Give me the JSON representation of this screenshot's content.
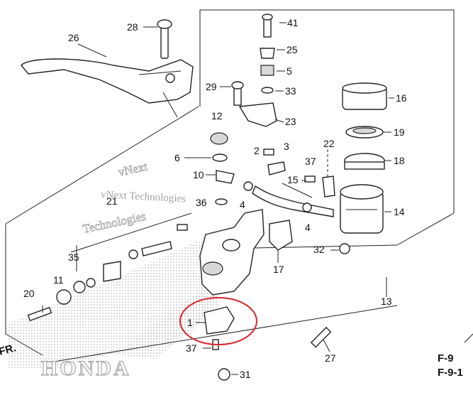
{
  "callouts": [
    {
      "id": "c28",
      "text": "28"
    },
    {
      "id": "c26",
      "text": "26"
    },
    {
      "id": "c41",
      "text": "41"
    },
    {
      "id": "c25",
      "text": "25"
    },
    {
      "id": "c5",
      "text": "5"
    },
    {
      "id": "c29",
      "text": "29"
    },
    {
      "id": "c33",
      "text": "33"
    },
    {
      "id": "c16",
      "text": "16"
    },
    {
      "id": "c12",
      "text": "12"
    },
    {
      "id": "c23",
      "text": "23"
    },
    {
      "id": "c19",
      "text": "19"
    },
    {
      "id": "c6",
      "text": "6"
    },
    {
      "id": "c2",
      "text": "2"
    },
    {
      "id": "c3",
      "text": "3"
    },
    {
      "id": "c22",
      "text": "22"
    },
    {
      "id": "c18",
      "text": "18"
    },
    {
      "id": "c37a",
      "text": "37"
    },
    {
      "id": "c10",
      "text": "10"
    },
    {
      "id": "c15",
      "text": "15"
    },
    {
      "id": "c36",
      "text": "36"
    },
    {
      "id": "c21",
      "text": "21"
    },
    {
      "id": "c4a",
      "text": "4"
    },
    {
      "id": "c14",
      "text": "14"
    },
    {
      "id": "c4b",
      "text": "4"
    },
    {
      "id": "c35",
      "text": "35"
    },
    {
      "id": "c32",
      "text": "32"
    },
    {
      "id": "c17",
      "text": "17"
    },
    {
      "id": "c11",
      "text": "11"
    },
    {
      "id": "c13",
      "text": "13"
    },
    {
      "id": "c20",
      "text": "20"
    },
    {
      "id": "c1",
      "text": "1"
    },
    {
      "id": "c37b",
      "text": "37"
    },
    {
      "id": "c27",
      "text": "27"
    },
    {
      "id": "c31",
      "text": "31"
    }
  ],
  "page_refs": {
    "primary": "F-9",
    "secondary": "F-9-1"
  },
  "front_marker": "FR.",
  "watermark": {
    "line1": "vNext",
    "line2": "Technologies",
    "overlay": "vNext Technologies"
  },
  "brand_mark": "HONDA",
  "colors": {
    "highlight_circle": "#d9262b",
    "line": "#222222",
    "shading": "#c8c8c8"
  }
}
